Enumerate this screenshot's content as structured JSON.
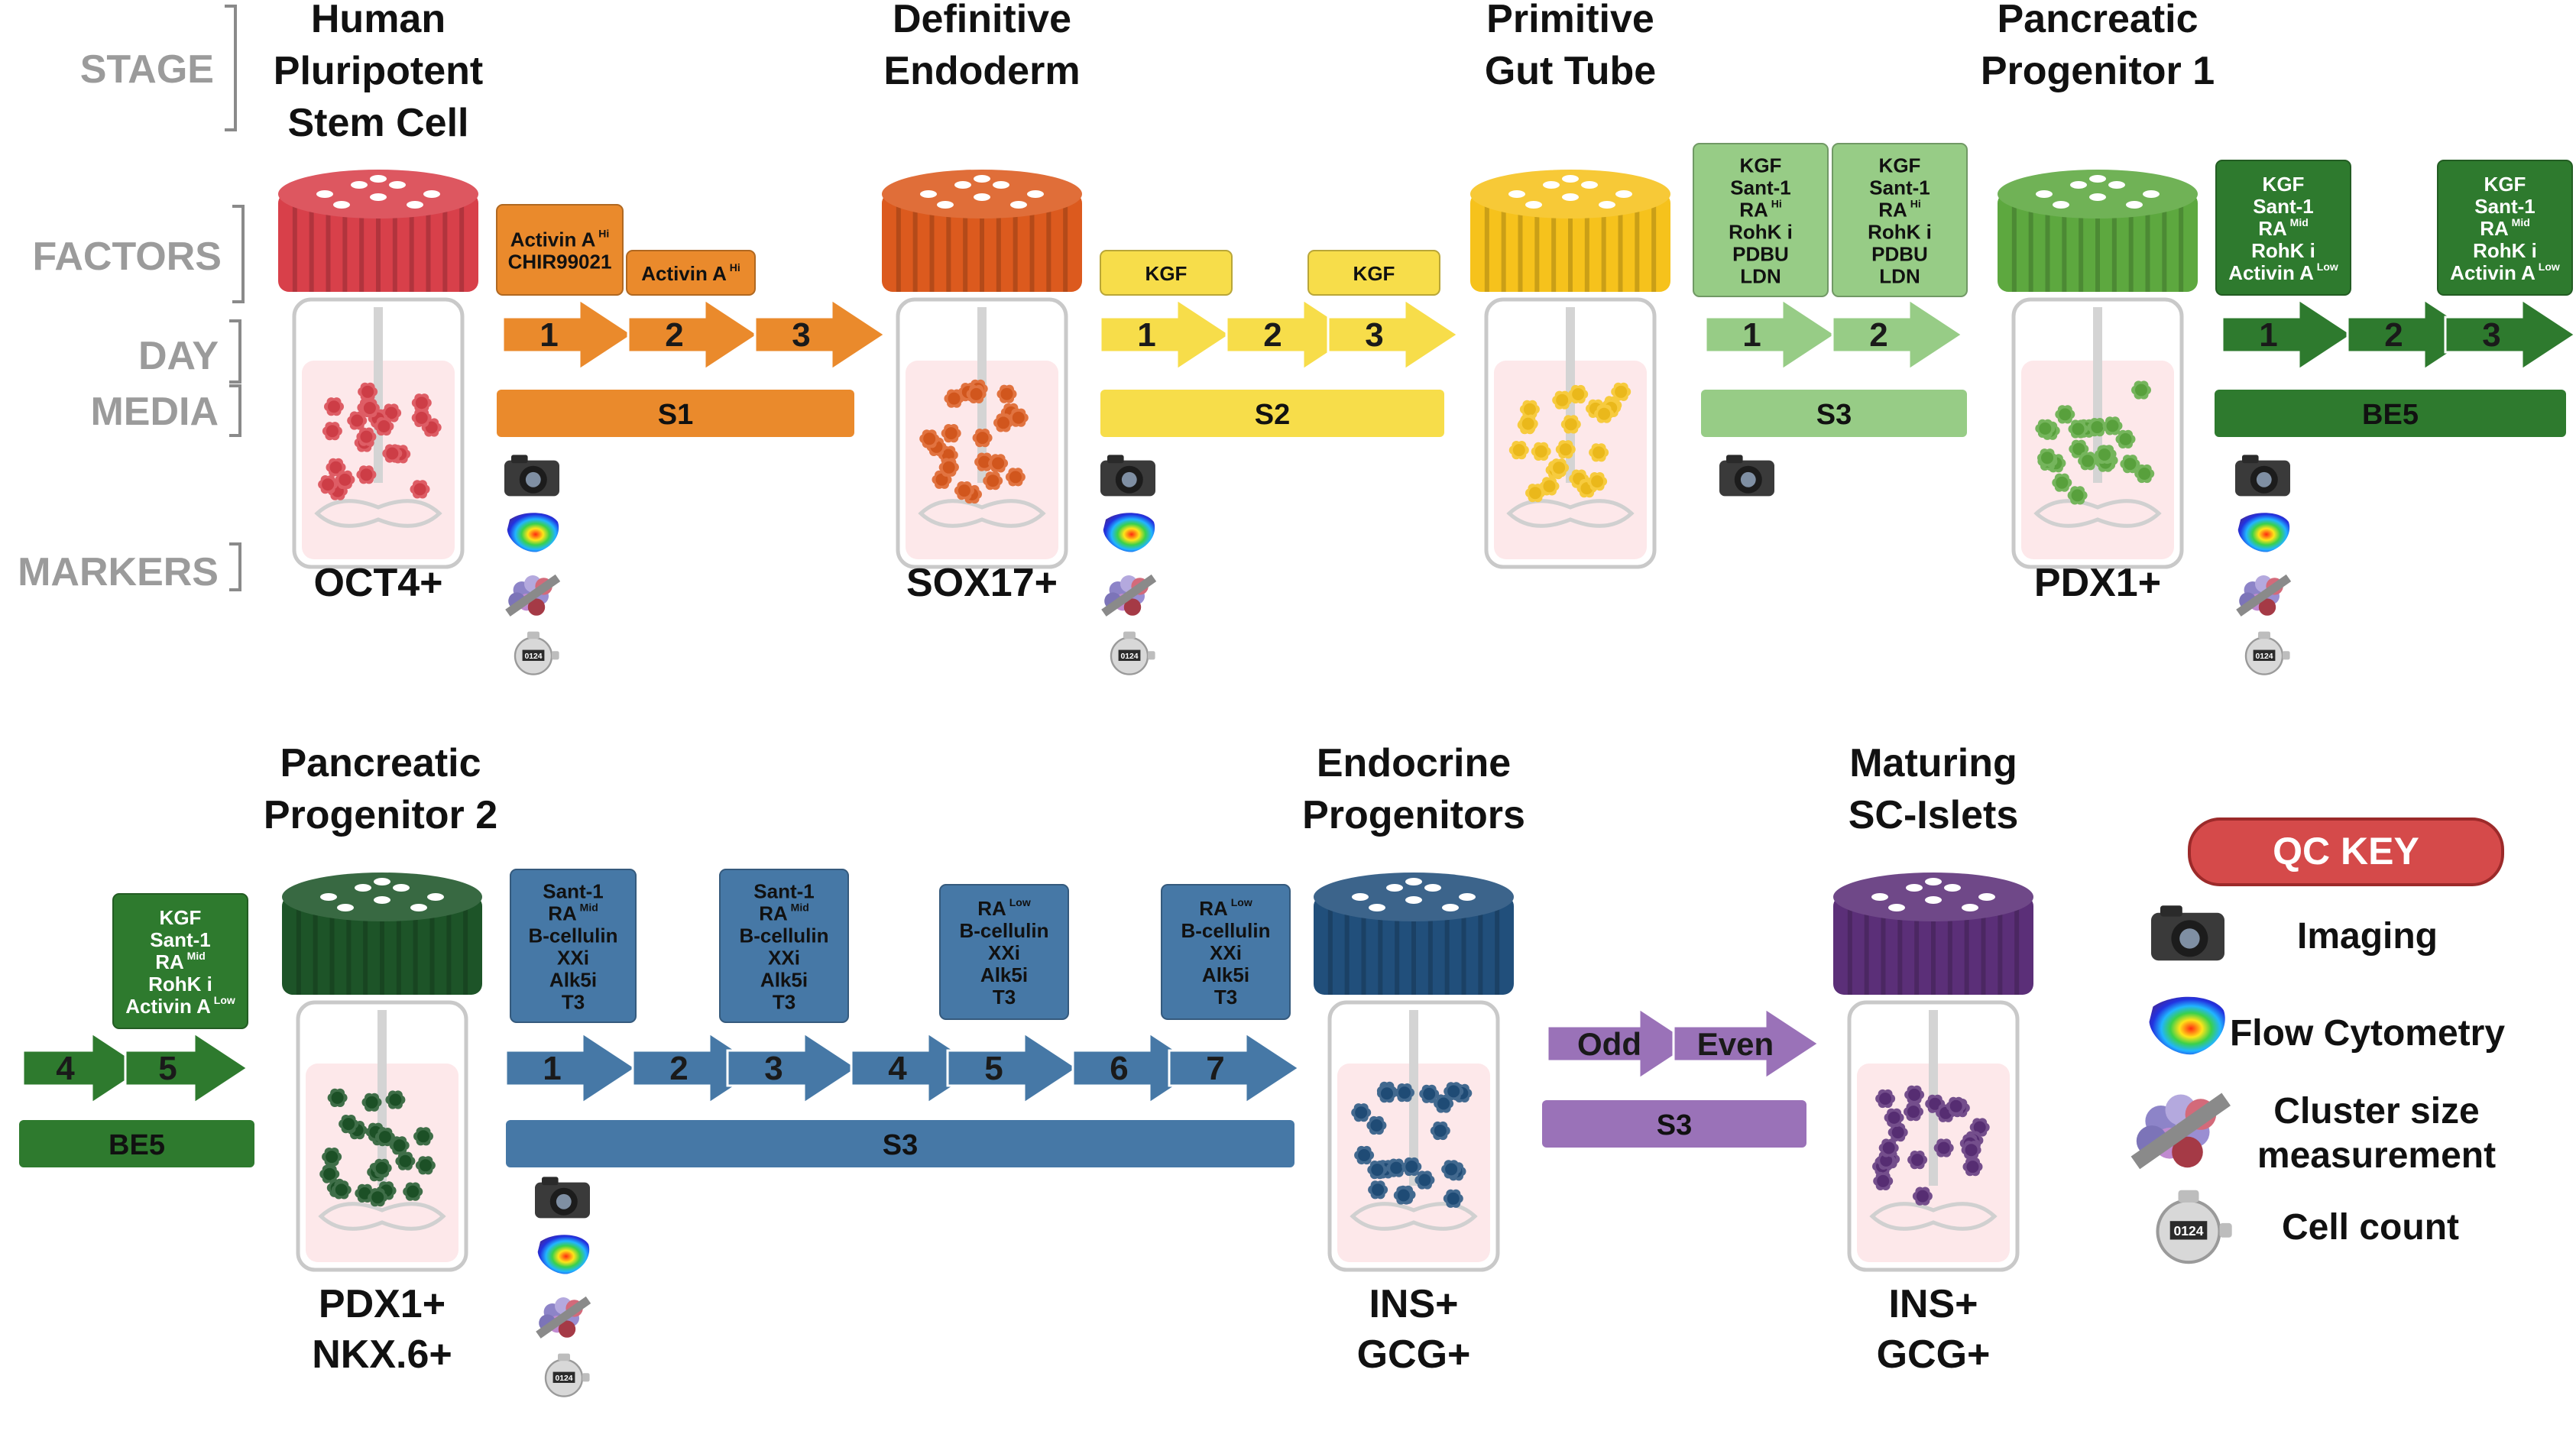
{
  "row_labels": [
    "STAGE",
    "FACTORS",
    "DAY",
    "MEDIA",
    "MARKERS"
  ],
  "colors": {
    "hpsc": "#d8404a",
    "de": "#dc5a1e",
    "pgt": "#f6c21c",
    "pp1": "#5da83f",
    "pp2": "#1d5428",
    "ep": "#214f7b",
    "sc": "#5b2f78",
    "s1": "#ea8a2c",
    "s2": "#f7dd4a",
    "s3a": "#97cc86",
    "be5": "#2e7a2e",
    "s3b": "#4678a6",
    "s3c": "#9a72b8",
    "qc": "#d54a4a"
  },
  "stages": [
    {
      "title": [
        "Human",
        "Pluripotent",
        "Stem Cell"
      ],
      "marker": [
        "OCT4+"
      ]
    },
    {
      "title": [
        "Definitive",
        "Endoderm"
      ],
      "marker": [
        "SOX17+"
      ]
    },
    {
      "title": [
        "Primitive",
        "Gut Tube"
      ],
      "marker": []
    },
    {
      "title": [
        "Pancreatic",
        "Progenitor 1"
      ],
      "marker": [
        "PDX1+"
      ]
    },
    {
      "title": [
        "Pancreatic",
        "Progenitor 2"
      ],
      "marker": [
        "PDX1+",
        "NKX.6+"
      ]
    },
    {
      "title": [
        "Endocrine",
        "Progenitors"
      ],
      "marker": [
        "INS+",
        "GCG+"
      ]
    },
    {
      "title": [
        "Maturing",
        "SC-Islets"
      ],
      "marker": [
        "INS+",
        "GCG+"
      ]
    }
  ],
  "media": [
    "S1",
    "S2",
    "S3",
    "BE5",
    "BE5",
    "S3",
    "S3"
  ],
  "days": {
    "s1": [
      "1",
      "2",
      "3"
    ],
    "s2": [
      "1",
      "2",
      "3"
    ],
    "s3a": [
      "1",
      "2"
    ],
    "be5a": [
      "1",
      "2",
      "3"
    ],
    "be5b": [
      "4",
      "5"
    ],
    "s3b": [
      "1",
      "2",
      "3",
      "4",
      "5",
      "6",
      "7"
    ],
    "s3c": [
      "Odd",
      "Even"
    ]
  },
  "factors": {
    "s1_d1": [
      [
        "Activin A",
        "Hi"
      ],
      [
        "CHIR99021",
        ""
      ]
    ],
    "s1_d2": [
      [
        "Activin A",
        "Hi"
      ]
    ],
    "s2": [
      [
        "KGF",
        ""
      ]
    ],
    "s3a_d1": [
      [
        "KGF",
        ""
      ],
      [
        "Sant-1",
        ""
      ],
      [
        "RA",
        "Hi"
      ],
      [
        "RohK i",
        ""
      ],
      [
        "PDBU",
        ""
      ],
      [
        "LDN",
        ""
      ]
    ],
    "s3a_d2": [
      [
        "KGF",
        ""
      ],
      [
        "Sant-1",
        ""
      ],
      [
        "RA",
        "Hi"
      ],
      [
        "RohK i",
        ""
      ],
      [
        "PDBU",
        ""
      ],
      [
        "LDN",
        ""
      ]
    ],
    "be5": [
      [
        "KGF",
        ""
      ],
      [
        "Sant-1",
        ""
      ],
      [
        "RA",
        "Mid"
      ],
      [
        "RohK i",
        ""
      ],
      [
        "Activin A",
        "Low"
      ]
    ],
    "s3b_mid": [
      [
        "Sant-1",
        ""
      ],
      [
        "RA",
        "Mid"
      ],
      [
        "B-cellulin",
        ""
      ],
      [
        "XXi",
        ""
      ],
      [
        "Alk5i",
        ""
      ],
      [
        "T3",
        ""
      ]
    ],
    "s3b_low": [
      [
        "RA",
        "Low"
      ],
      [
        "B-cellulin",
        ""
      ],
      [
        "XXi",
        ""
      ],
      [
        "Alk5i",
        ""
      ],
      [
        "T3",
        ""
      ]
    ]
  },
  "qc_key": {
    "title": "QC KEY",
    "items": [
      {
        "icon": "camera-icon",
        "label": [
          "Imaging"
        ]
      },
      {
        "icon": "flow-cytometry-icon",
        "label": [
          "Flow Cytometry"
        ]
      },
      {
        "icon": "cluster-size-icon",
        "label": [
          "Cluster size",
          "measurement"
        ]
      },
      {
        "icon": "cell-counter-icon",
        "label": [
          "Cell count"
        ],
        "counter_text": "0124"
      }
    ]
  }
}
